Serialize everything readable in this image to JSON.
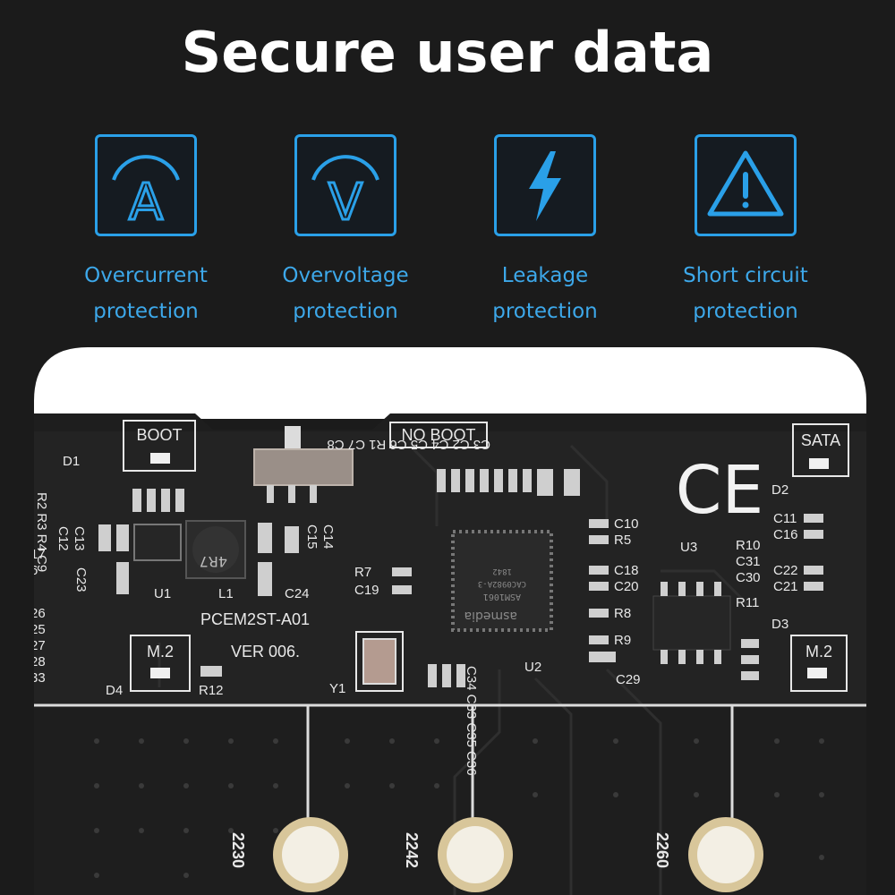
{
  "headline": "Secure user data",
  "features": [
    {
      "icon": "ammeter-icon",
      "line1": "Overcurrent",
      "line2": "protection",
      "glyph": "A"
    },
    {
      "icon": "voltmeter-icon",
      "line1": "Overvoltage",
      "line2": "protection",
      "glyph": "V"
    },
    {
      "icon": "lightning-icon",
      "line1": "Leakage",
      "line2": "protection"
    },
    {
      "icon": "warning-triangle-icon",
      "line1": "Short circuit",
      "line2": "protection"
    }
  ],
  "board": {
    "boot_label": "BOOT",
    "noboot_label": "NO BOOT",
    "sata_label": "SATA",
    "m2_left": "M.2",
    "m2_right": "M.2",
    "model": "PCEM2ST-A01",
    "version": "VER 006.",
    "ce_mark": "CE",
    "inductor_mark": "4R7",
    "chip_brand": "asmedia",
    "chip_line1": "ASM1061",
    "chip_line2": "CAC0982A-3",
    "chip_line3": "1842",
    "mount_sizes": [
      "2230",
      "2242",
      "2260"
    ],
    "silkscreen": {
      "d1": "D1",
      "d2": "D2",
      "d3": "D3",
      "d4": "D4",
      "u1": "U1",
      "u2": "U2",
      "u3": "U3",
      "l1": "L1",
      "y1": "Y1",
      "r7": "R7",
      "c19": "C19",
      "c24": "C24",
      "c23": "C23",
      "r12": "R12",
      "c10": "C10",
      "r5": "R5",
      "c18": "C18",
      "c20": "C20",
      "r8": "R8",
      "r9": "R9",
      "c29": "C29",
      "r10": "R10",
      "c31": "C31",
      "c30": "C30",
      "r11": "R11",
      "c11": "C11",
      "c16": "C16",
      "c22": "C22",
      "c21": "C21",
      "c15": "C15",
      "c14": "C14",
      "c12": "C12",
      "c13": "C13",
      "r2r3r4c9": "R2 R3 R4 C9",
      "top_caps": "C3 C2 C4 C5 C6 R1 C7 C8",
      "crystal_caps": "C34 C33 C35 C36",
      "edge_nums": [
        "17",
        "6",
        "26",
        "25",
        "27",
        "28",
        "33"
      ]
    }
  }
}
